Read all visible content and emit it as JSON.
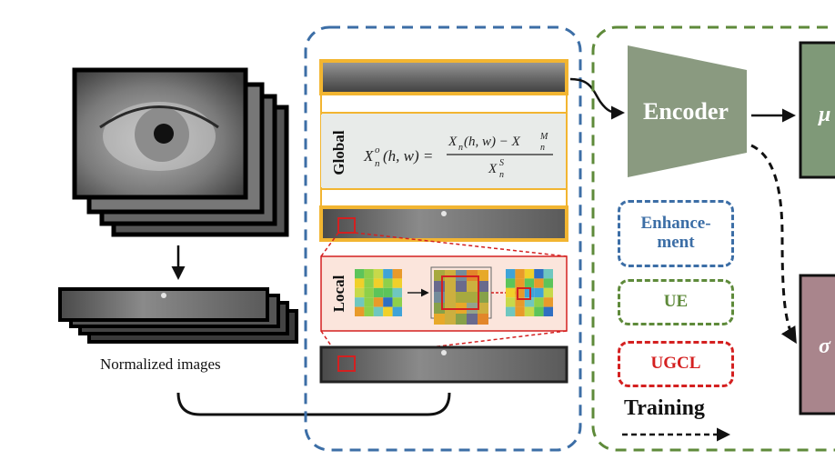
{
  "caption": "Normalized images",
  "global_label": "Global",
  "local_label": "Local",
  "formula": {
    "lhs": "X",
    "lhs_sup": "o",
    "lhs_sub": "n",
    "lhs_args": "(h, w) =",
    "num": "X",
    "num_sub": "n",
    "num_args": "(h, w) − X",
    "num_sup2": "M",
    "num_sub2": "n",
    "den": "X",
    "den_sup": "S",
    "den_sub": "n"
  },
  "encoder_label": "Encoder",
  "mu_label": "μ",
  "sigma_label": "σ",
  "legend": {
    "enhancement": "Enhance-\nment",
    "ue": "UE",
    "ugcl": "UGCL",
    "training": "Training"
  },
  "colors": {
    "blue_dash": "#3c6ea6",
    "green_dash": "#5e8a3a",
    "red_dash": "#d42020",
    "yellow_border": "#f2b531",
    "encoder_fill": "#8a9a80",
    "mu_fill": "#7f9978",
    "sigma_fill": "#a9858c"
  }
}
